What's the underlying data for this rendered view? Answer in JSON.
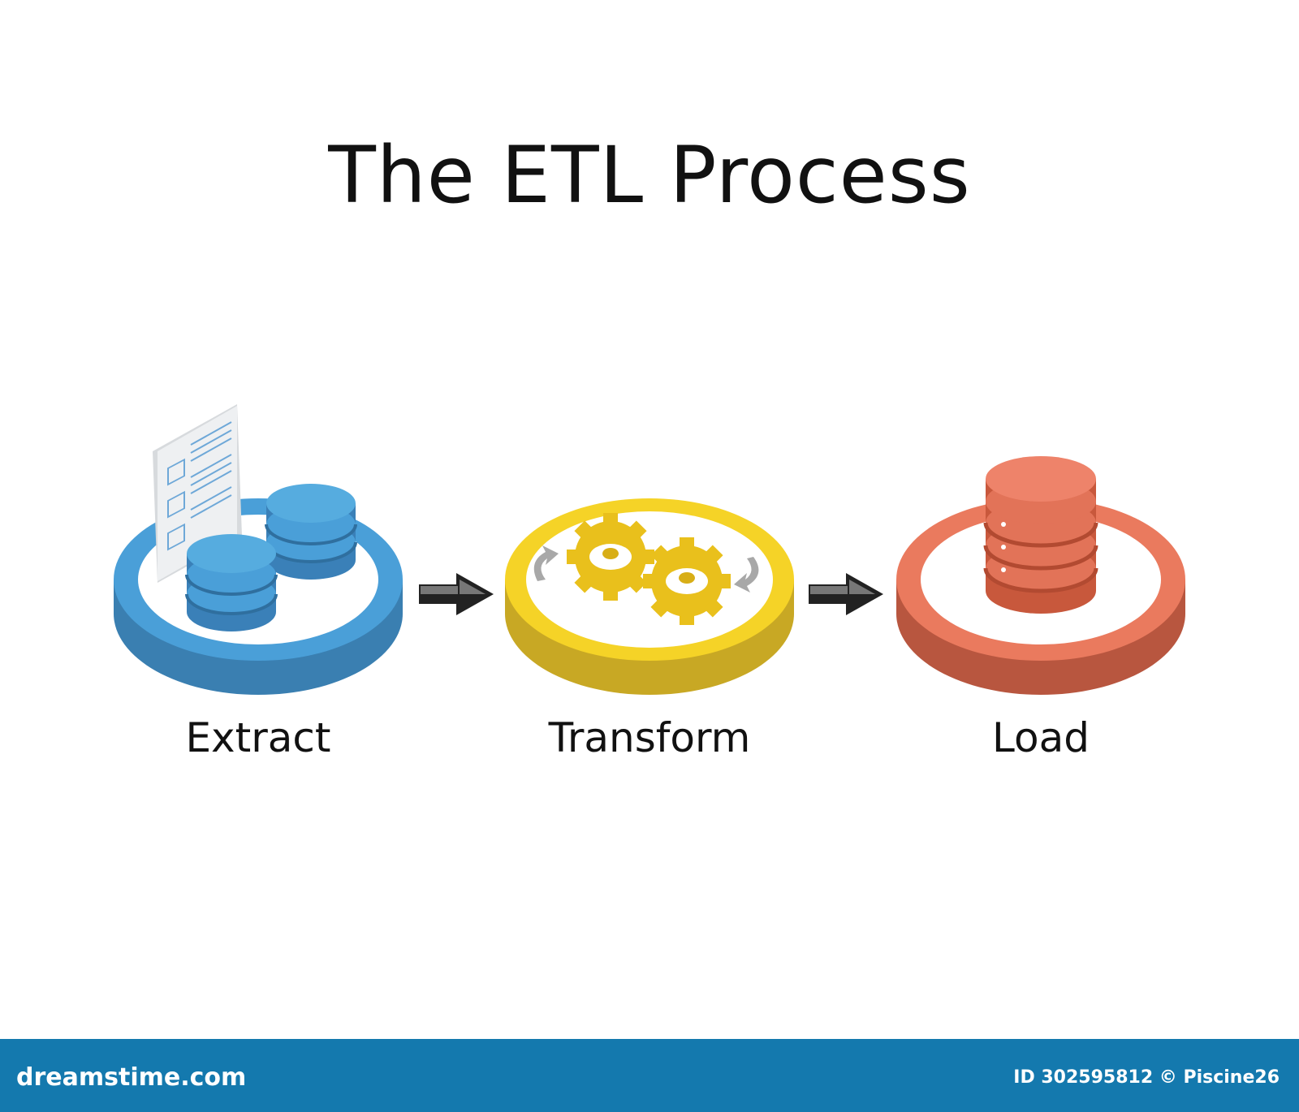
{
  "title": "The ETL Process",
  "steps": [
    {
      "label": "Extract",
      "icon": "database-document-icon",
      "color": "#4a9fd8"
    },
    {
      "label": "Transform",
      "icon": "gears-icon",
      "color": "#f5d327"
    },
    {
      "label": "Load",
      "icon": "database-icon",
      "color": "#ea7a5e"
    }
  ],
  "footer": {
    "brand": "dreamstime.com",
    "credit": "ID 302595812 © Piscine26",
    "color": "#1479ae"
  }
}
